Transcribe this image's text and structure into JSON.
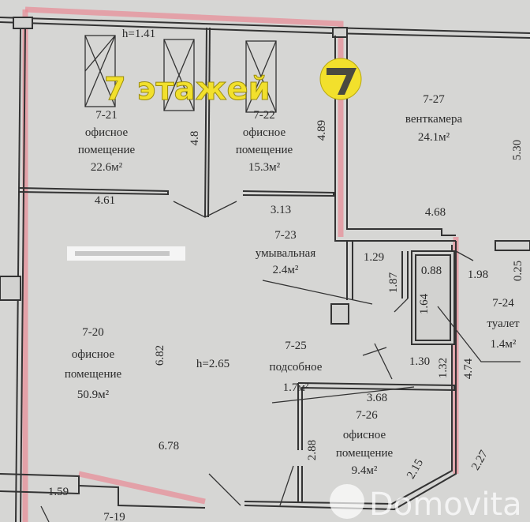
{
  "promo": {
    "text": "7 этажей",
    "logo_digit": "7",
    "color": "#f2e02c"
  },
  "watermark": "Domovita",
  "heights": {
    "h1": "h=1.41",
    "h2": "h=2.65"
  },
  "rooms": [
    {
      "id": "7-21",
      "name": "офисное",
      "name2": "помещение",
      "area": "22.6м²"
    },
    {
      "id": "7-22",
      "name": "офисное",
      "name2": "помещение",
      "area": "15.3м²"
    },
    {
      "id": "7-27",
      "name": "венткамера",
      "area": "24.1м²"
    },
    {
      "id": "7-23",
      "name": "умывальная",
      "area": "2.4м²"
    },
    {
      "id": "7-24",
      "name": "туалет",
      "area": "1.4м²"
    },
    {
      "id": "7-20",
      "name": "офисное",
      "name2": "помещение",
      "area": "50.9м²"
    },
    {
      "id": "7-25",
      "name": "подсобное",
      "area": "1.7м²"
    },
    {
      "id": "7-26",
      "name": "офисное",
      "name2": "помещение",
      "area": "9.4м²"
    },
    {
      "id": "7-19"
    }
  ],
  "dimensions": [
    "4.61",
    "4.89",
    "3.13",
    "4.68",
    "5.30",
    "1.29",
    "1.87",
    "0.88",
    "1.64",
    "1.98",
    "0.25",
    "1.30",
    "6.82",
    "1.32",
    "4.74",
    "6.78",
    "3.68",
    "2.88",
    "2.15",
    "1.59",
    "4.8",
    "2.27"
  ]
}
